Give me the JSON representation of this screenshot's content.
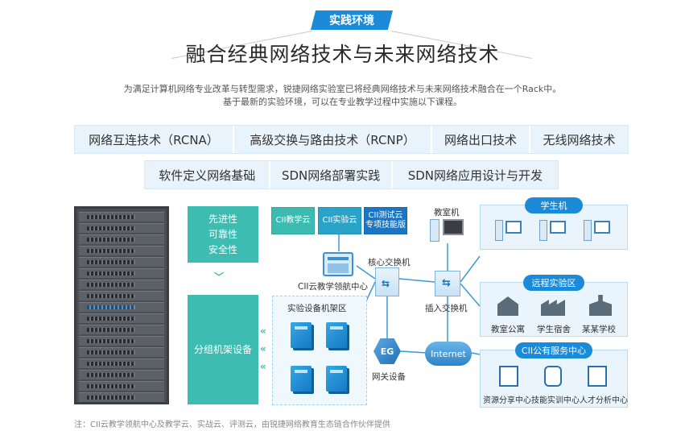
{
  "header": {
    "tag": "实践环境",
    "title": "融合经典网络技术与未来网络技术",
    "desc_line1": "为满足计算机网络专业改革与转型需求，锐捷网络实验室已将经典网络技术与未来网络技术融合在一个Rack中。",
    "desc_line2": "基于最新的实验环境，可以在专业教学过程中实施以下课程。"
  },
  "courses_row1": [
    "网络互连技术（RCNA）",
    "高级交换与路由技术（RCNP）",
    "网络出口技术",
    "无线网络技术"
  ],
  "courses_row2": [
    "软件定义网络基础",
    "SDN网络部署实践",
    "SDN网络应用设计与开发"
  ],
  "diagram": {
    "features": [
      "先进性",
      "可靠性",
      "安全性"
    ],
    "rack_device": "分组机架设备",
    "clouds": [
      "CII教学云",
      "CII实验云",
      "CII测试云",
      "专项技能版"
    ],
    "nav_center": "CII云教学领航中心",
    "core_switch": "核心交换机",
    "classroom": "教室机",
    "student_pc": "学生机",
    "access_switch": "插入交换机",
    "lab_rack_area": "实验设备机架区",
    "gateway_tag": "EG",
    "gateway": "网关设备",
    "internet": "Internet",
    "remote_area": "远程实验区",
    "remote_items": [
      "教室公寓",
      "学生宿舍",
      "某某学校"
    ],
    "public_center": "CII公有服务中心",
    "public_items": [
      "资源分享中心",
      "技能实训中心",
      "人才分析中心"
    ]
  },
  "note": "注：CII云教学领航中心及教学云、实战云、评测云，由锐捷网络教育生态链合作伙伴提供",
  "colors": {
    "accent": "#1b8ad9",
    "teal": "#3dbcb2",
    "band": "#e8f3fb"
  }
}
